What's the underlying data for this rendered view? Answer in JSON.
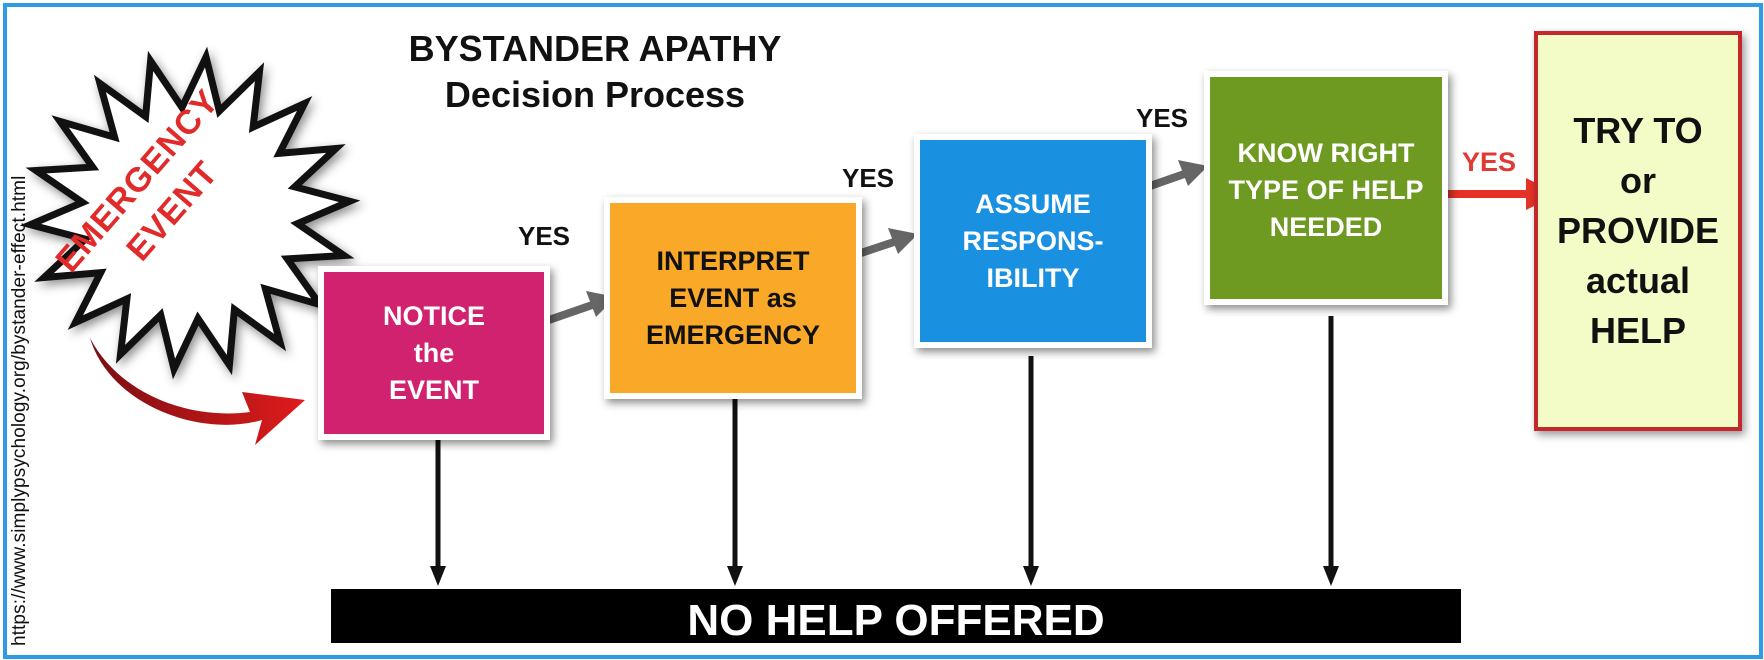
{
  "title": {
    "line1": "BYSTANDER APATHY",
    "line2": "Decision Process"
  },
  "source_url": "https://www.simplypsychology.org/bystander-effect.html",
  "start": {
    "line1": "EMERGENCY",
    "line2": "EVENT"
  },
  "steps": [
    {
      "lines": [
        "NOTICE",
        "the",
        "EVENT"
      ]
    },
    {
      "lines": [
        "INTERPRET",
        "EVENT as",
        "EMERGENCY"
      ]
    },
    {
      "lines": [
        "ASSUME",
        "RESPONS-",
        "IBILITY"
      ]
    },
    {
      "lines": [
        "KNOW RIGHT",
        "TYPE OF HELP",
        "NEEDED"
      ]
    }
  ],
  "yes_labels": [
    "YES",
    "YES",
    "YES",
    "YES"
  ],
  "outcome": {
    "lines": [
      "TRY TO",
      "or",
      "PROVIDE",
      "actual",
      "HELP"
    ]
  },
  "no_help": "NO HELP OFFERED",
  "colors": {
    "frame": "#2f9ae6",
    "step1": "#d0226f",
    "step2": "#f9a927",
    "step3": "#1a91e0",
    "step4": "#6f9a22",
    "outcome_fill": "#f3fbc6",
    "outcome_border": "#c4282c",
    "yes_arrow": "#666666",
    "final_arrow": "#e53226",
    "emergency_text": "#e12a2a"
  }
}
